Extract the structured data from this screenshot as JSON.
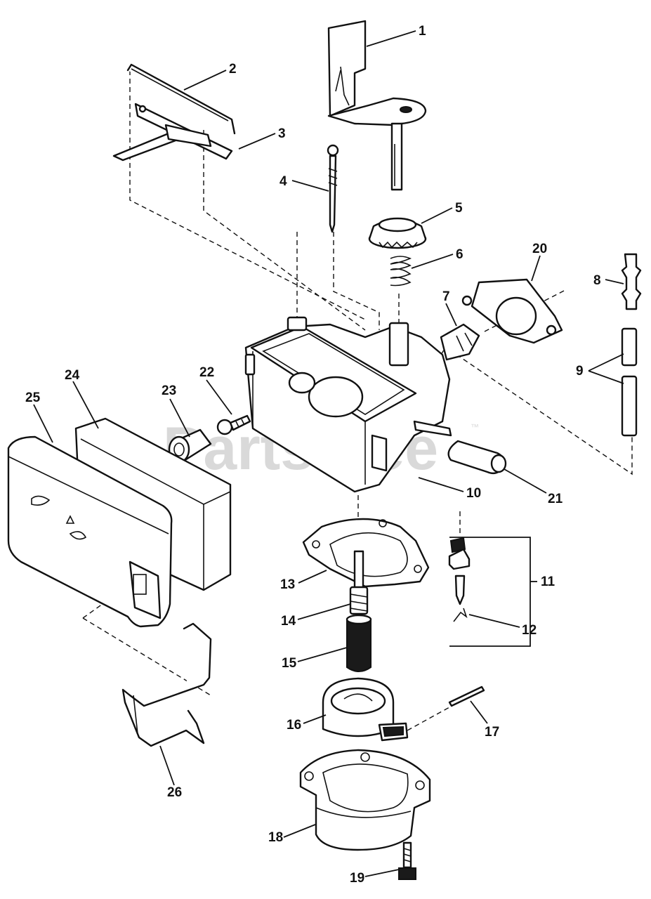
{
  "watermark": {
    "text": "PartsTree",
    "trademark": "™"
  },
  "callouts": [
    {
      "key": "n1",
      "text": "1"
    },
    {
      "key": "n2",
      "text": "2"
    },
    {
      "key": "n3",
      "text": "3"
    },
    {
      "key": "n4",
      "text": "4"
    },
    {
      "key": "n5",
      "text": "5"
    },
    {
      "key": "n6",
      "text": "6"
    },
    {
      "key": "n7",
      "text": "7"
    },
    {
      "key": "n8",
      "text": "8"
    },
    {
      "key": "n9",
      "text": "9"
    },
    {
      "key": "n10",
      "text": "10"
    },
    {
      "key": "n11",
      "text": "11"
    },
    {
      "key": "n12",
      "text": "12"
    },
    {
      "key": "n13",
      "text": "13"
    },
    {
      "key": "n14",
      "text": "14"
    },
    {
      "key": "n15",
      "text": "15"
    },
    {
      "key": "n16",
      "text": "16"
    },
    {
      "key": "n17",
      "text": "17"
    },
    {
      "key": "n18",
      "text": "18"
    },
    {
      "key": "n19",
      "text": "19"
    },
    {
      "key": "n20",
      "text": "20"
    },
    {
      "key": "n21",
      "text": "21"
    },
    {
      "key": "n22",
      "text": "22"
    },
    {
      "key": "n23",
      "text": "23"
    },
    {
      "key": "n24",
      "text": "24"
    },
    {
      "key": "n25",
      "text": "25"
    },
    {
      "key": "n26",
      "text": "26"
    }
  ],
  "labels": {
    "n1": "1",
    "n2": "2",
    "n3": "3",
    "n4": "4",
    "n5": "5",
    "n6": "6",
    "n7": "7",
    "n8": "8",
    "n9": "9",
    "n10": "10",
    "n11": "11",
    "n12": "12",
    "n13": "13",
    "n14": "14",
    "n15": "15",
    "n16": "16",
    "n17": "17",
    "n18": "18",
    "n19": "19",
    "n20": "20",
    "n21": "21",
    "n22": "22",
    "n23": "23",
    "n24": "24",
    "n25": "25",
    "n26": "26"
  }
}
